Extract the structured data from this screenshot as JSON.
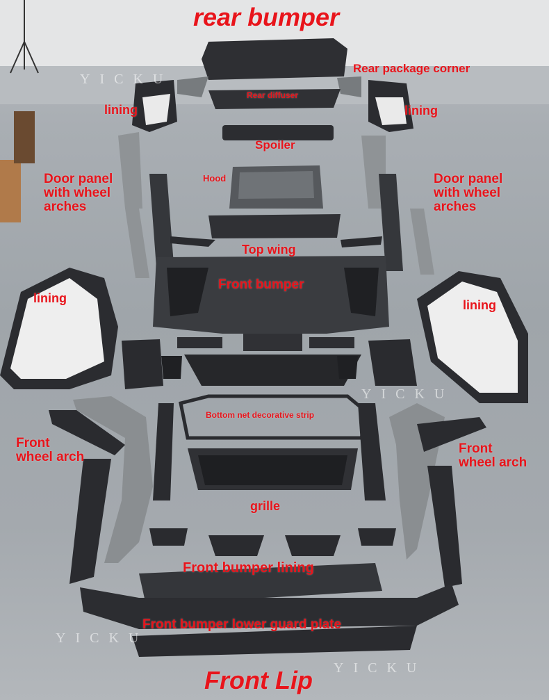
{
  "colors": {
    "label": "#e8141b",
    "floor": "#a4a9ae",
    "carbon": "#2a2b2e",
    "grey_part": "#8f9396",
    "white_lining": "#f2f2f2"
  },
  "labels": {
    "rear_bumper": "rear bumper",
    "rear_package_corner": "Rear package corner",
    "rear_diffuser": "Rear diffuser",
    "lining_top_left": "lining",
    "lining_top_right": "lining",
    "spoiler": "Spoiler",
    "door_panel_left": "Door panel\nwith wheel\narches",
    "door_panel_right": "Door panel\nwith wheel\narches",
    "hood": "Hood",
    "top_wing": "Top wing",
    "front_bumper": "Front bumper",
    "lining_mid_left": "lining",
    "lining_mid_right": "lining",
    "bottom_net_strip": "Bottom net decorative strip",
    "front_wheel_arch_left": "Front\nwheel arch",
    "front_wheel_arch_right": "Front\nwheel arch",
    "grille": "grille",
    "front_bumper_lining": "Front bumper lining",
    "front_bumper_lower_guard": "Front bumper lower guard plate",
    "front_lip": "Front Lip"
  },
  "watermark": "YICKU"
}
